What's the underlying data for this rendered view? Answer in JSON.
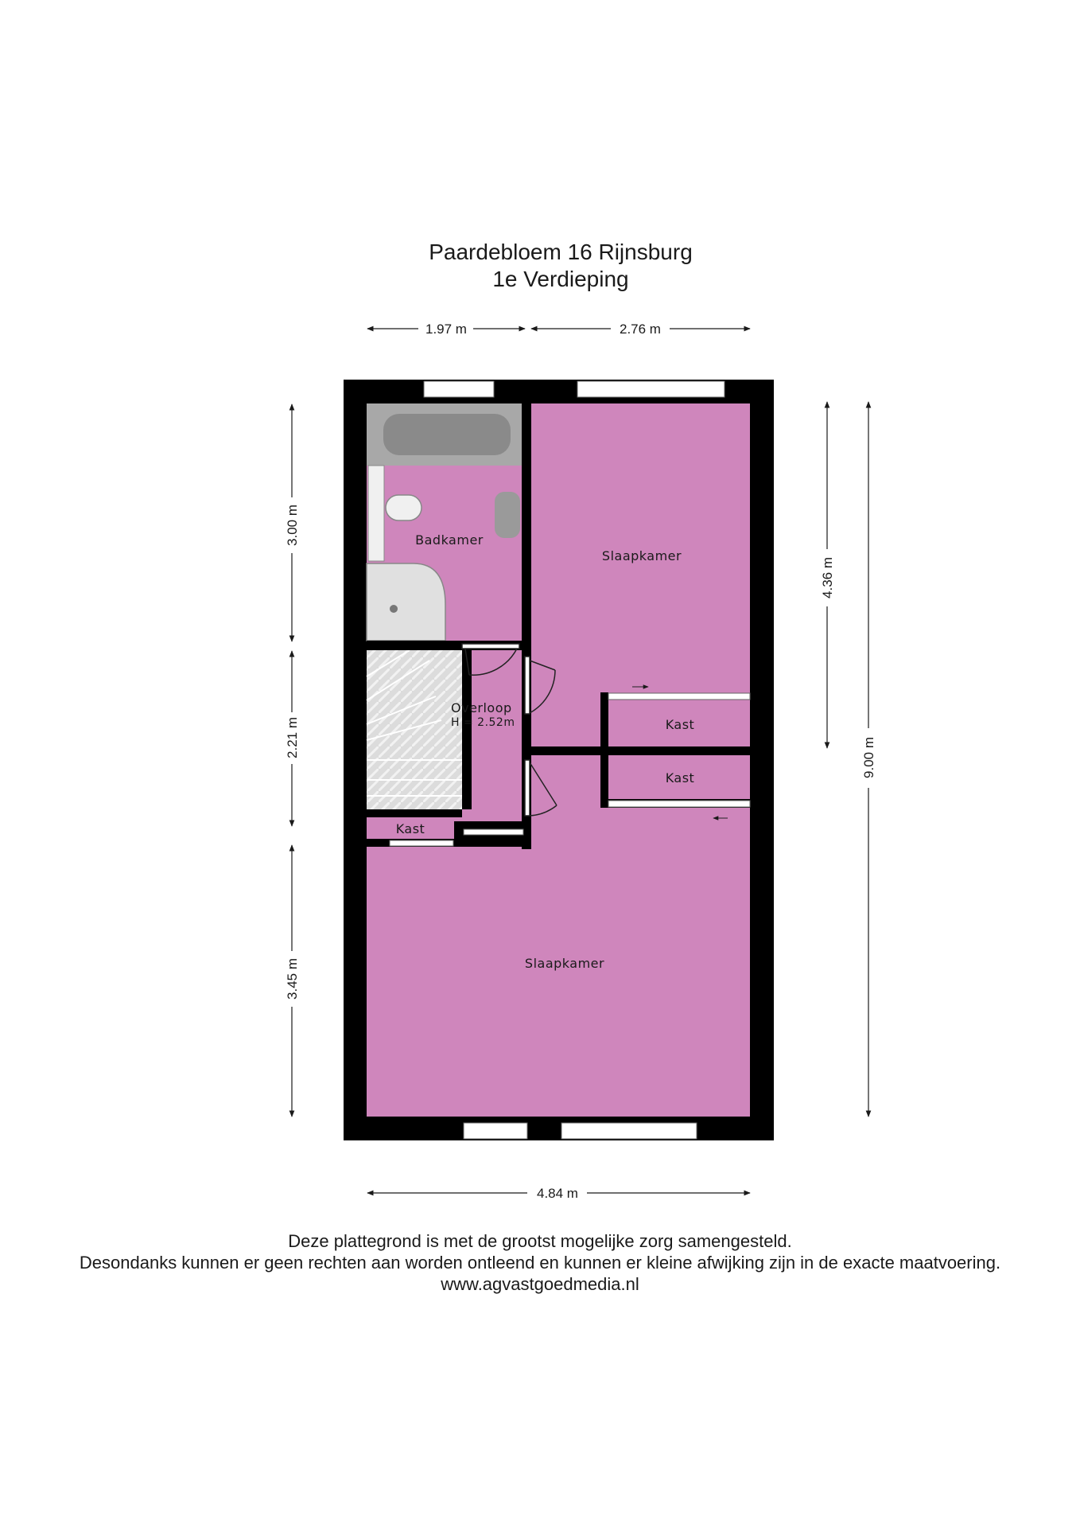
{
  "header": {
    "title": "Paardebloem 16 Rijnsburg",
    "subtitle": "1e Verdieping"
  },
  "dimensions": {
    "top_left": "1.97 m",
    "top_right": "2.76 m",
    "left_upper": "3.00 m",
    "left_middle": "2.21 m",
    "left_lower": "3.45 m",
    "right_inner": "4.36 m",
    "right_outer": "9.00 m",
    "bottom": "4.84 m"
  },
  "rooms": {
    "badkamer": "Badkamer",
    "slaapkamer_top": "Slaapkamer",
    "overloop": "Overloop",
    "overloop_height": "H = 2.52m",
    "kast_upper": "Kast",
    "kast_lower": "Kast",
    "kast_small": "Kast",
    "slaapkamer_bottom": "Slaapkamer"
  },
  "colors": {
    "room_fill": "#cf86bc",
    "wall": "#000000",
    "fixture_gray": "#9a9a9a"
  },
  "footer": {
    "line1": "Deze plattegrond is met de grootst mogelijke zorg samengesteld.",
    "line2": "Desondanks kunnen er geen rechten aan worden ontleend en kunnen er kleine afwijking zijn in de exacte maatvoering.",
    "website": "www.agvastgoedmedia.nl"
  }
}
